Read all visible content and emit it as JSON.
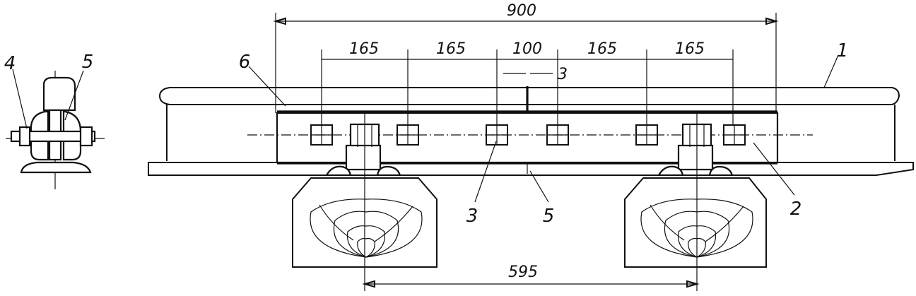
{
  "drawing": {
    "dimensions": {
      "overall": "900",
      "spacing_1": "165",
      "spacing_2": "165",
      "middle": "100",
      "spacing_3": "165",
      "spacing_4": "165",
      "gap": "3",
      "sleeper_spacing": "595"
    },
    "labels": {
      "rail": "1",
      "joint_bar": "2",
      "bolt_hole": "3",
      "bolt": "4",
      "pad": "5",
      "insulation": "6"
    },
    "section_labels": {
      "bolt": "4",
      "pad": "5"
    },
    "colors": {
      "ink": "#111111",
      "paper": "#ffffff"
    }
  }
}
